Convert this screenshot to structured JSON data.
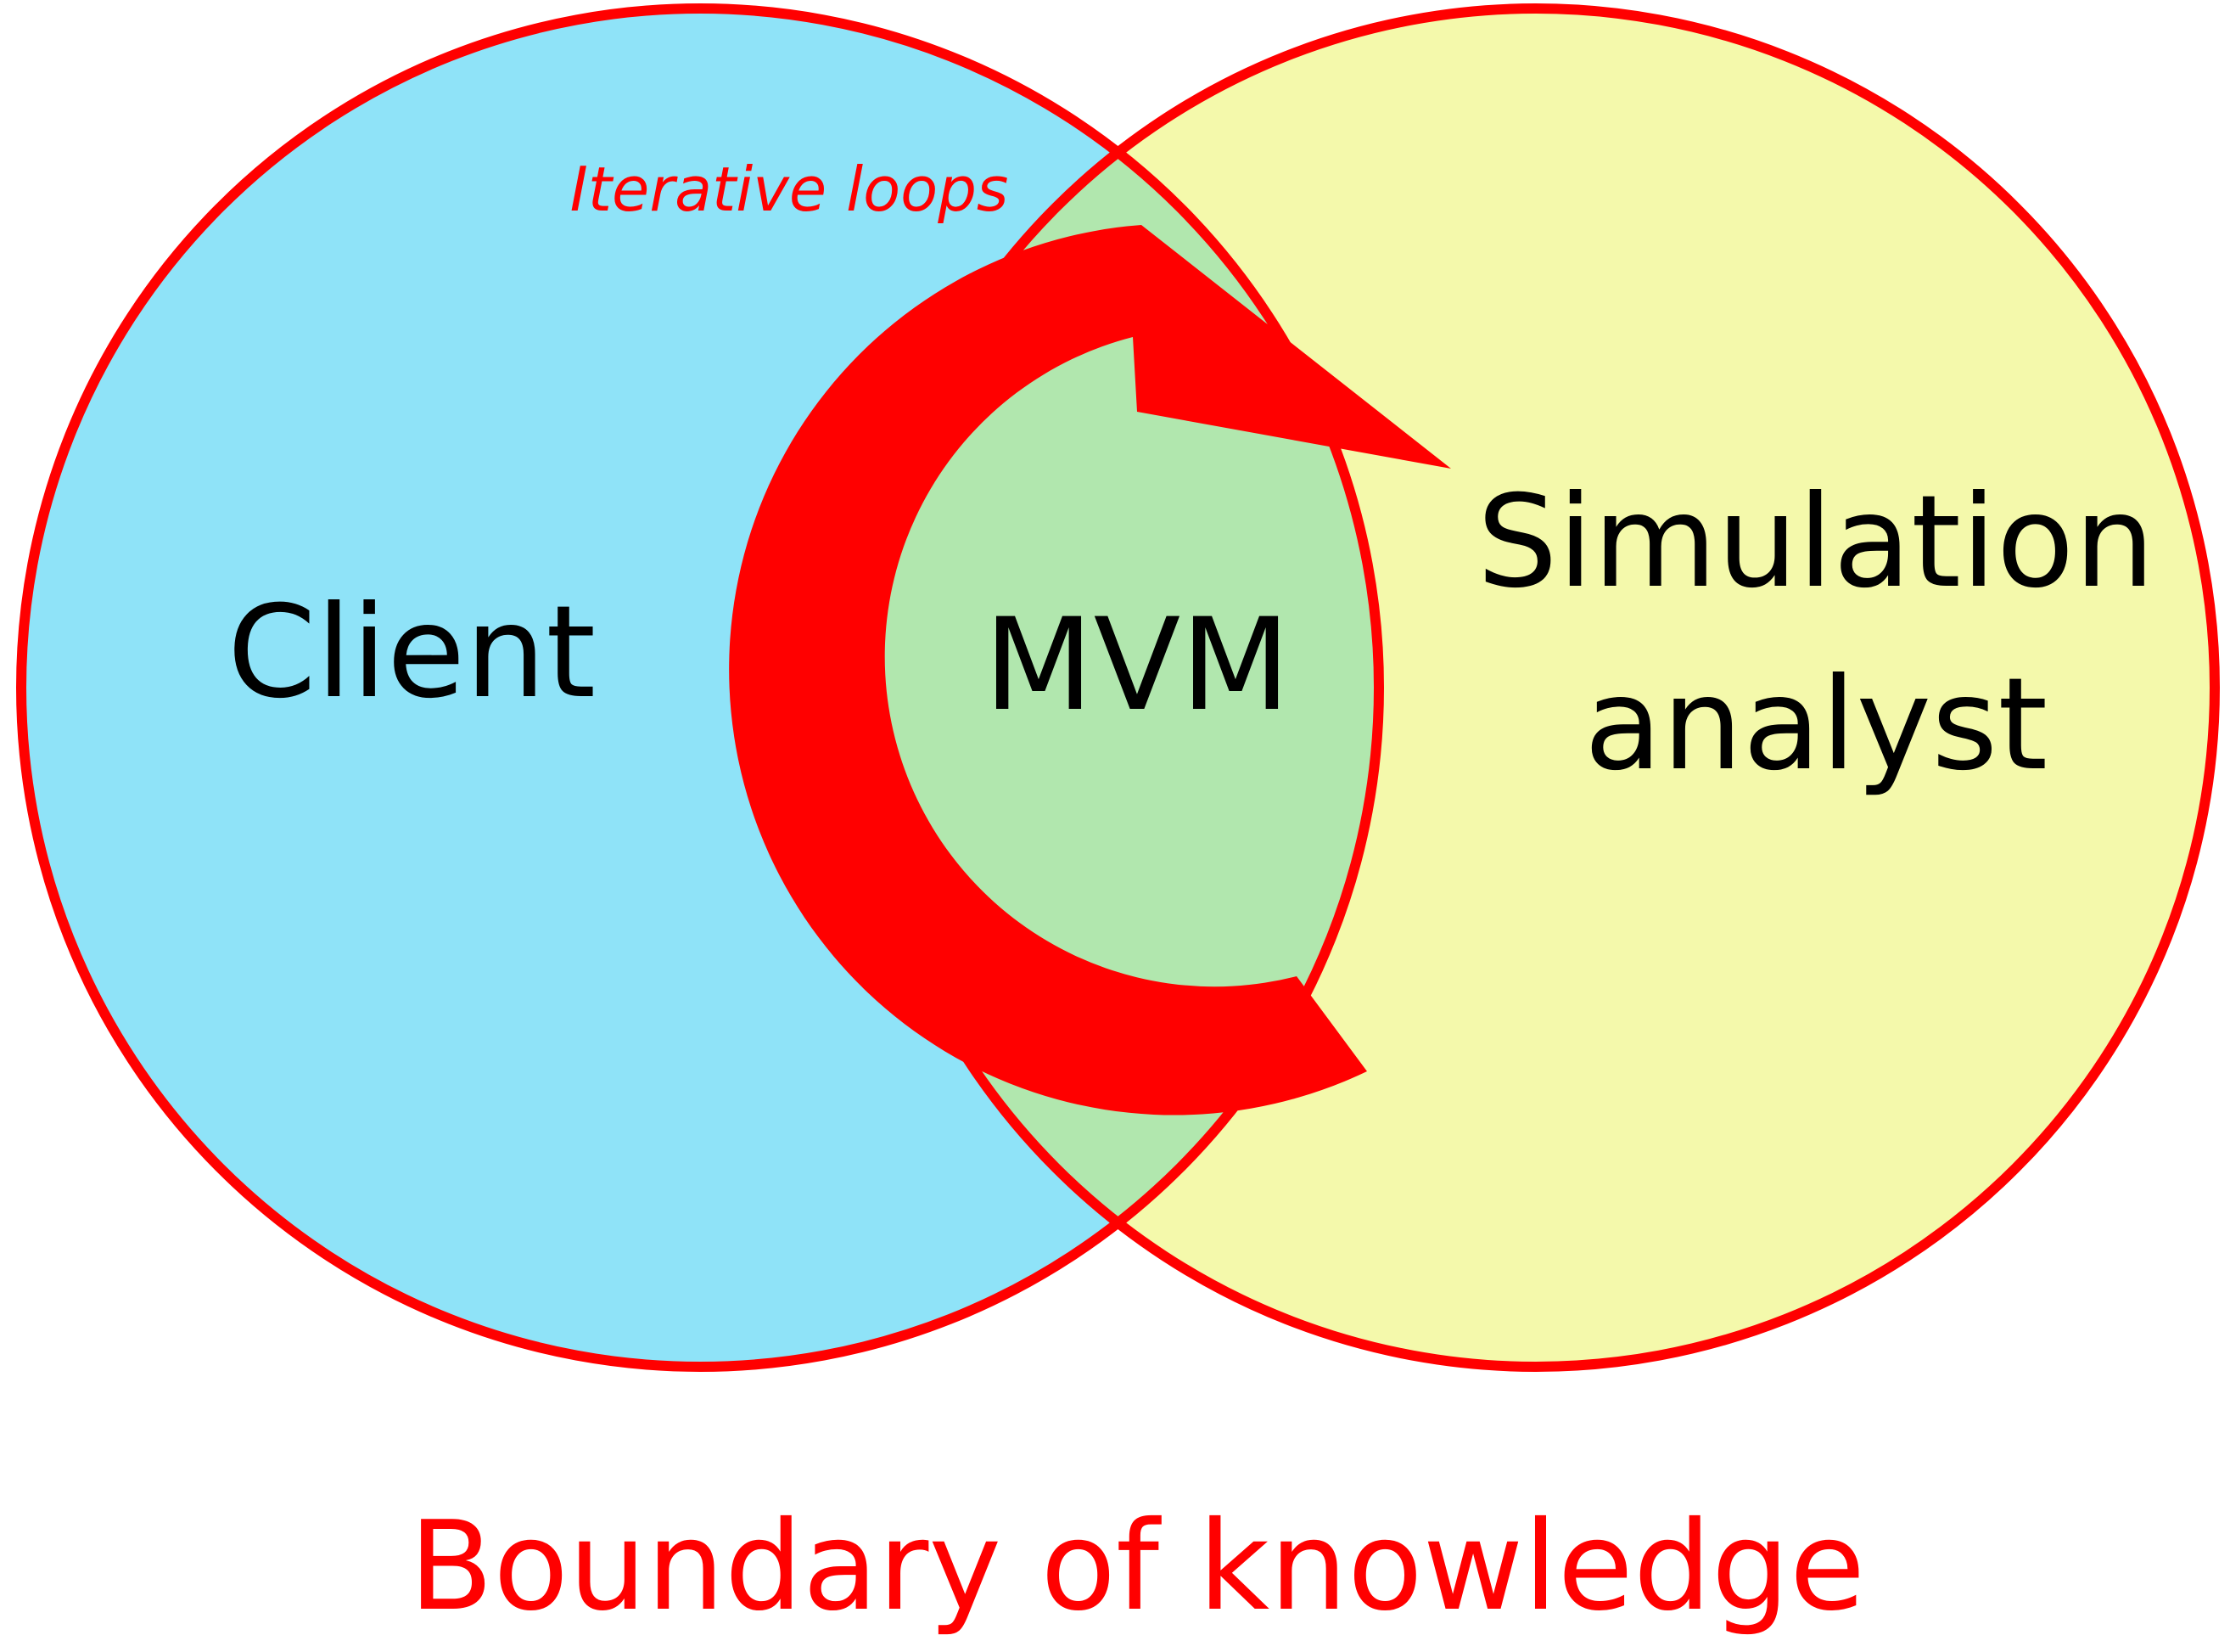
{
  "labels": {
    "client": "Client",
    "mvm": "MVM",
    "simulation_line1": "Simulation",
    "simulation_line2": "analyst",
    "iterative_loops": "Iterative loops",
    "boundary": "Boundary of knowledge"
  },
  "colors": {
    "client_fill": "#8fe3f8",
    "analyst_fill": "#f4f9ab",
    "overlap_fill": "#b1e7ae",
    "boundary_stroke": "#ff0000",
    "arrow_fill": "#ff0000",
    "text_dark": "#000000",
    "text_red": "#ff0000"
  }
}
